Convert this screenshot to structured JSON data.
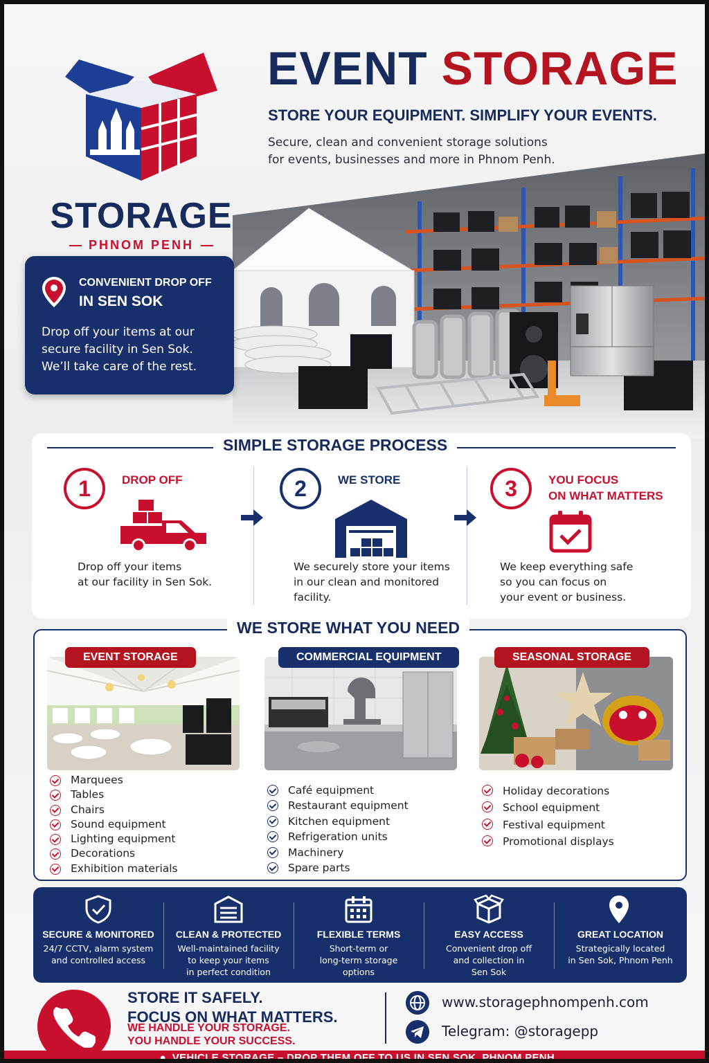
{
  "brand": {
    "logo_word": "STORAGE",
    "logo_sub": "PHNOM PENH",
    "colors": {
      "navy": "#17306b",
      "red": "#c8102e",
      "dark_red": "#b3141f"
    }
  },
  "header": {
    "title_part1": "EVENT",
    "title_part2": "STORAGE",
    "tagline": "STORE YOUR EQUIPMENT. SIMPLIFY YOUR EVENTS.",
    "intro_line1": "Secure, clean and convenient storage solutions",
    "intro_line2": "for events, businesses and more in Phnom Penh."
  },
  "dropoff": {
    "icon": "map-pin-icon",
    "heading1": "CONVENIENT DROP OFF",
    "heading2": "IN SEN SOK",
    "line1": "Drop off your items at our",
    "line2": "secure facility in Sen Sok.",
    "line3": "We’ll take care of the rest."
  },
  "process": {
    "title": "SIMPLE STORAGE PROCESS",
    "steps": [
      {
        "num": "1",
        "title1": "DROP OFF",
        "title2": "",
        "icon": "truck-icon",
        "line1": "Drop off your items",
        "line2": "at our facility in Sen Sok.",
        "line3": ""
      },
      {
        "num": "2",
        "title1": "WE STORE",
        "title2": "",
        "icon": "warehouse-icon",
        "line1": "We securely store your items",
        "line2": "in our clean and monitored",
        "line3": "facility."
      },
      {
        "num": "3",
        "title1": "YOU FOCUS",
        "title2": "ON WHAT MATTERS",
        "icon": "calendar-check-icon",
        "line1": "We keep everything safe",
        "line2": "so you can focus on",
        "line3": "your event or business."
      }
    ]
  },
  "categories": {
    "title": "WE STORE WHAT YOU NEED",
    "items": [
      {
        "tag": "EVENT STORAGE",
        "list": [
          "Marquees",
          "Tables",
          "Chairs",
          "Sound equipment",
          "Lighting equipment",
          "Decorations",
          "Exhibition materials"
        ]
      },
      {
        "tag": "COMMERCIAL EQUIPMENT",
        "list": [
          "Café equipment",
          "Restaurant equipment",
          "Kitchen equipment",
          "Refrigeration units",
          "Machinery",
          "Spare parts"
        ]
      },
      {
        "tag": "SEASONAL STORAGE",
        "list": [
          "Holiday decorations",
          "School equipment",
          "Festival equipment",
          "Promotional displays"
        ]
      }
    ]
  },
  "features": [
    {
      "icon": "shield-check-icon",
      "title": "SECURE & MONITORED",
      "line1": "24/7 CCTV, alarm system",
      "line2": "and controlled access",
      "line3": ""
    },
    {
      "icon": "garage-door-icon",
      "title": "CLEAN & PROTECTED",
      "line1": "Well-maintained facility",
      "line2": "to keep your items",
      "line3": "in perfect condition"
    },
    {
      "icon": "calendar-icon",
      "title": "FLEXIBLE TERMS",
      "line1": "Short-term or",
      "line2": "long-term storage",
      "line3": "options"
    },
    {
      "icon": "open-box-icon",
      "title": "EASY ACCESS",
      "line1": "Convenient drop off",
      "line2": "and collection in",
      "line3": "Sen Sok"
    },
    {
      "icon": "location-pin-icon",
      "title": "GREAT LOCATION",
      "line1": "Strategically located",
      "line2": "in Sen Sok, Phnom Penh",
      "line3": ""
    }
  ],
  "footer": {
    "slogan1": "STORE IT SAFELY.",
    "slogan2": "FOCUS ON WHAT MATTERS.",
    "slogan3": "WE HANDLE YOUR STORAGE.",
    "slogan4": "YOU HANDLE YOUR SUCCESS.",
    "website": "www.storagephnompenh.com",
    "telegram": "Telegram: @storagepp",
    "bottom_bar": "VEHICLE STORAGE – DROP THEM OFF TO US IN SEN SOK, PHNOM PENH."
  }
}
